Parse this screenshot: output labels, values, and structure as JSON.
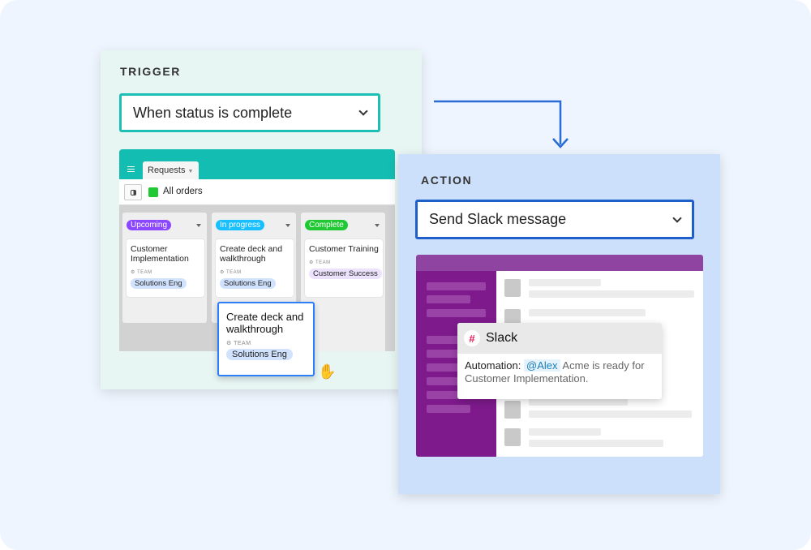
{
  "trigger": {
    "label": "TRIGGER",
    "dropdown_value": "When status is complete",
    "accent": "#1bbfb3"
  },
  "airtable": {
    "tab": "Requests",
    "view": "All orders",
    "columns": [
      {
        "status": "Upcoming",
        "color": "#8b46ff",
        "card_title": "Customer Implementation",
        "field": "TEAM",
        "tag": "Solutions Eng"
      },
      {
        "status": "In progress",
        "color": "#18bfff",
        "card_title": "Create deck and walkthrough",
        "field": "TEAM",
        "tag": "Solutions Eng"
      },
      {
        "status": "Complete",
        "color": "#20c933",
        "card_title": "Customer Training",
        "field": "TEAM",
        "tag": "Customer Success"
      }
    ],
    "dragged_card": {
      "title": "Create deck and walkthrough",
      "field": "TEAM",
      "tag": "Solutions Eng"
    }
  },
  "action": {
    "label": "ACTION",
    "dropdown_value": "Send Slack message",
    "accent": "#1f5fc9"
  },
  "slack": {
    "app": "Slack",
    "prefix": "Automation:",
    "mention": "@Alex",
    "message": "Acme is ready for Customer Implementation."
  }
}
